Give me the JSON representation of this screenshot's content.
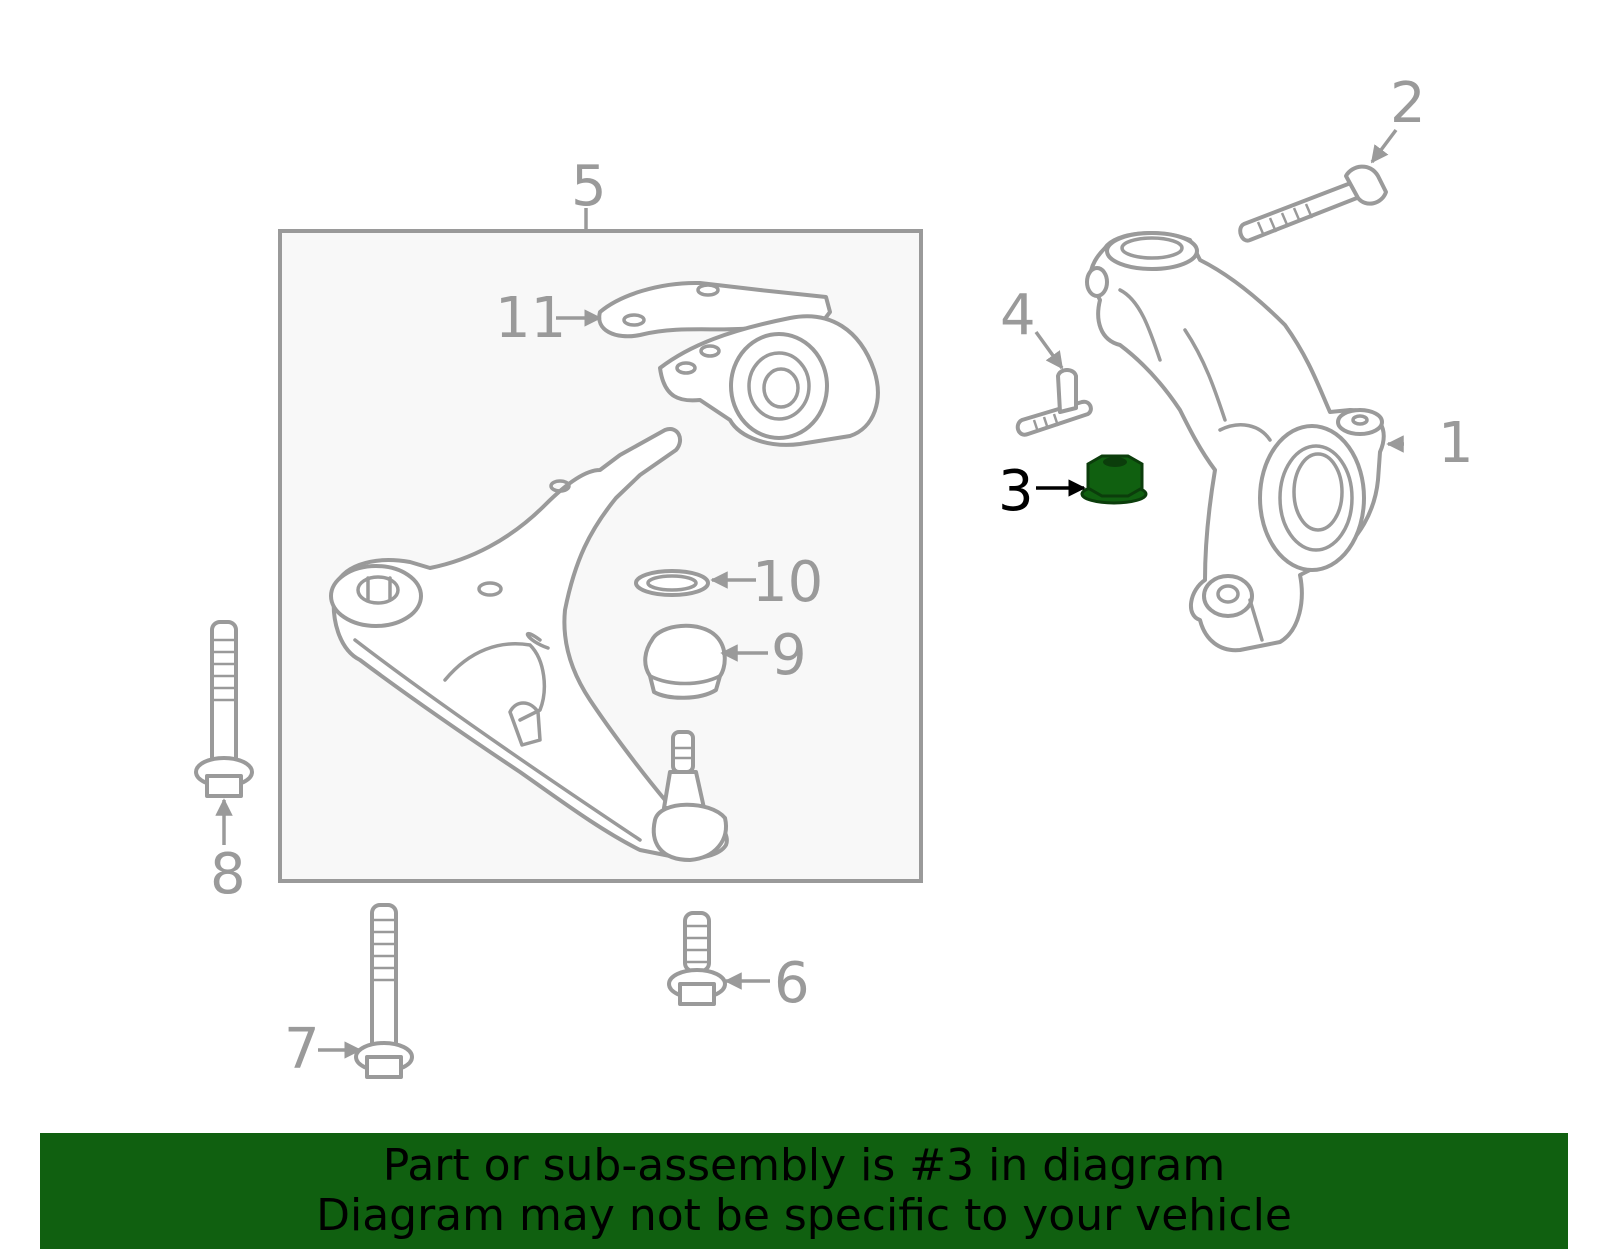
{
  "callouts": {
    "c1": "1",
    "c2": "2",
    "c3": "3",
    "c4": "4",
    "c5": "5",
    "c6": "6",
    "c7": "7",
    "c8": "8",
    "c9": "9",
    "c10": "10",
    "c11": "11"
  },
  "highlight": {
    "part_number": "3",
    "color": "#106010"
  },
  "banner": {
    "line1": "Part or sub-assembly is #3 in diagram",
    "line2": "Diagram may not be specific to your vehicle",
    "background": "#106010"
  },
  "colors": {
    "lines": "#9a9a9a",
    "panel": "#f8f8f8",
    "text": "#000000"
  }
}
